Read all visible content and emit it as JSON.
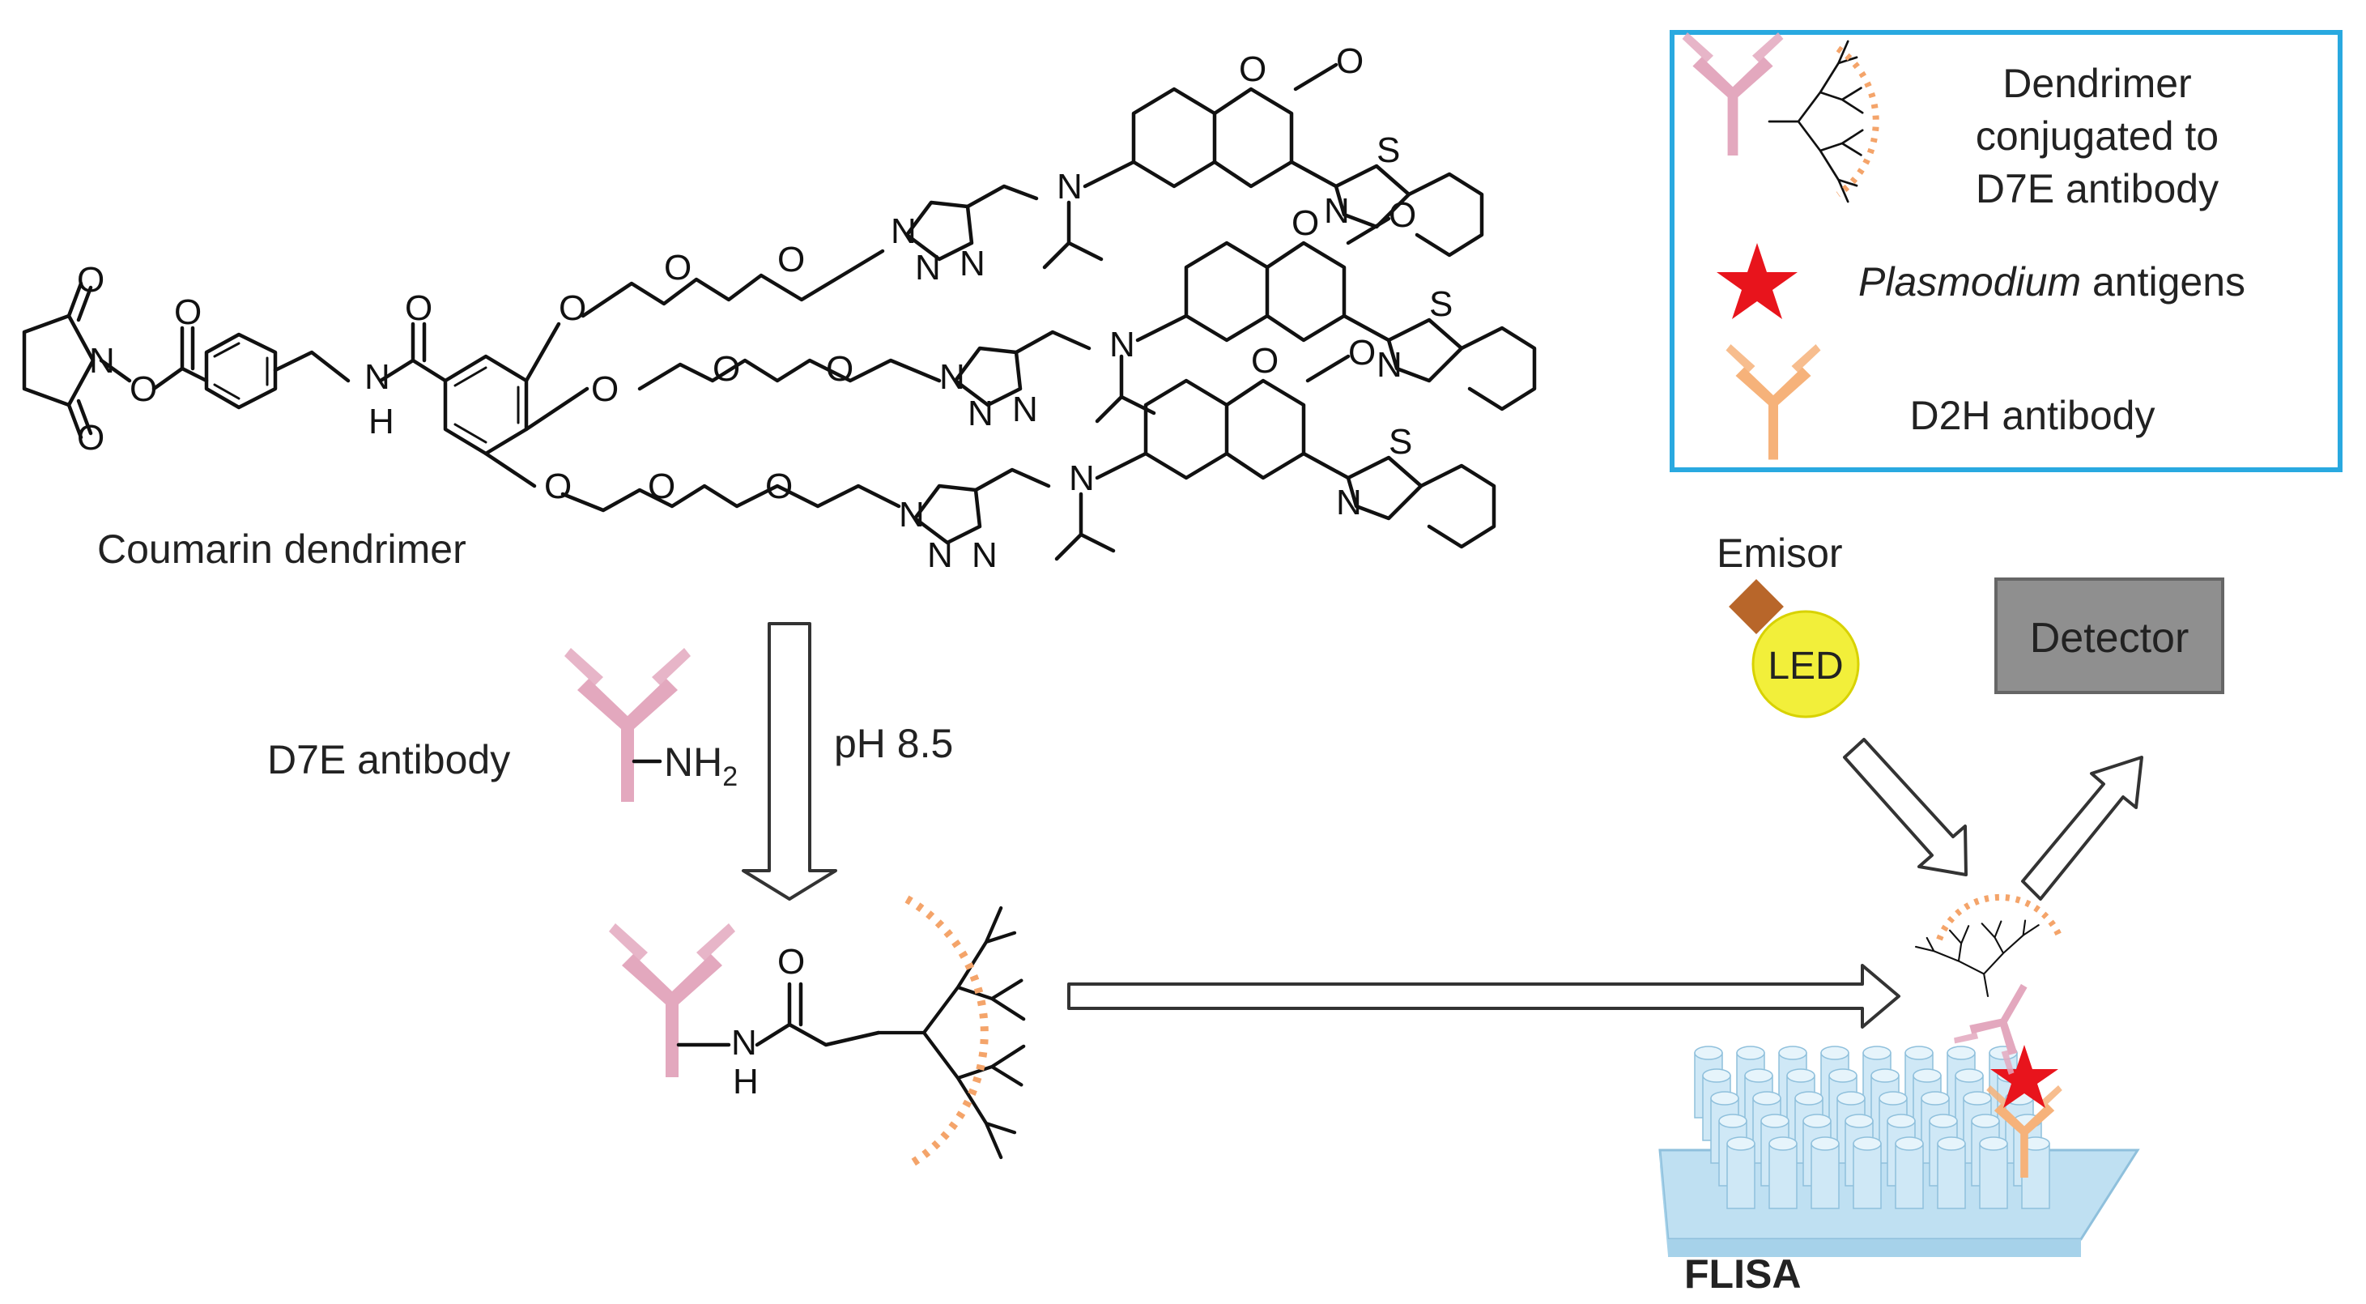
{
  "structure": {
    "caption": "Coumarin dendrimer",
    "atoms": {
      "O": "O",
      "N": "N",
      "S": "S",
      "H": "H"
    }
  },
  "reaction": {
    "antibody_label": "D7E antibody",
    "amine_label": "NH",
    "amine_subscript": "2",
    "condition": "pH 8.5"
  },
  "legend": {
    "entries": [
      {
        "lines": [
          "Dendrimer",
          "conjugated to",
          "D7E antibody"
        ]
      },
      {
        "text_italic": "Plasmodium",
        "text_rest": " antigens"
      },
      {
        "text": "D2H antibody"
      }
    ],
    "border_color": "#29a9e0"
  },
  "device": {
    "emitter_label": "Emisor",
    "led_label": "LED",
    "detector_label": "Detector",
    "assay_label": "FLISA"
  },
  "colors": {
    "d7e_antibody": "#e3a8be",
    "d2h_antibody": "#f6b27a",
    "antigen_star": "#e8141c",
    "dendrimer_tips": "#f4a46a",
    "detector_box": "#8f8f8f",
    "led_bulb": "#f2ef3a",
    "plate": "#bfe0f2"
  }
}
